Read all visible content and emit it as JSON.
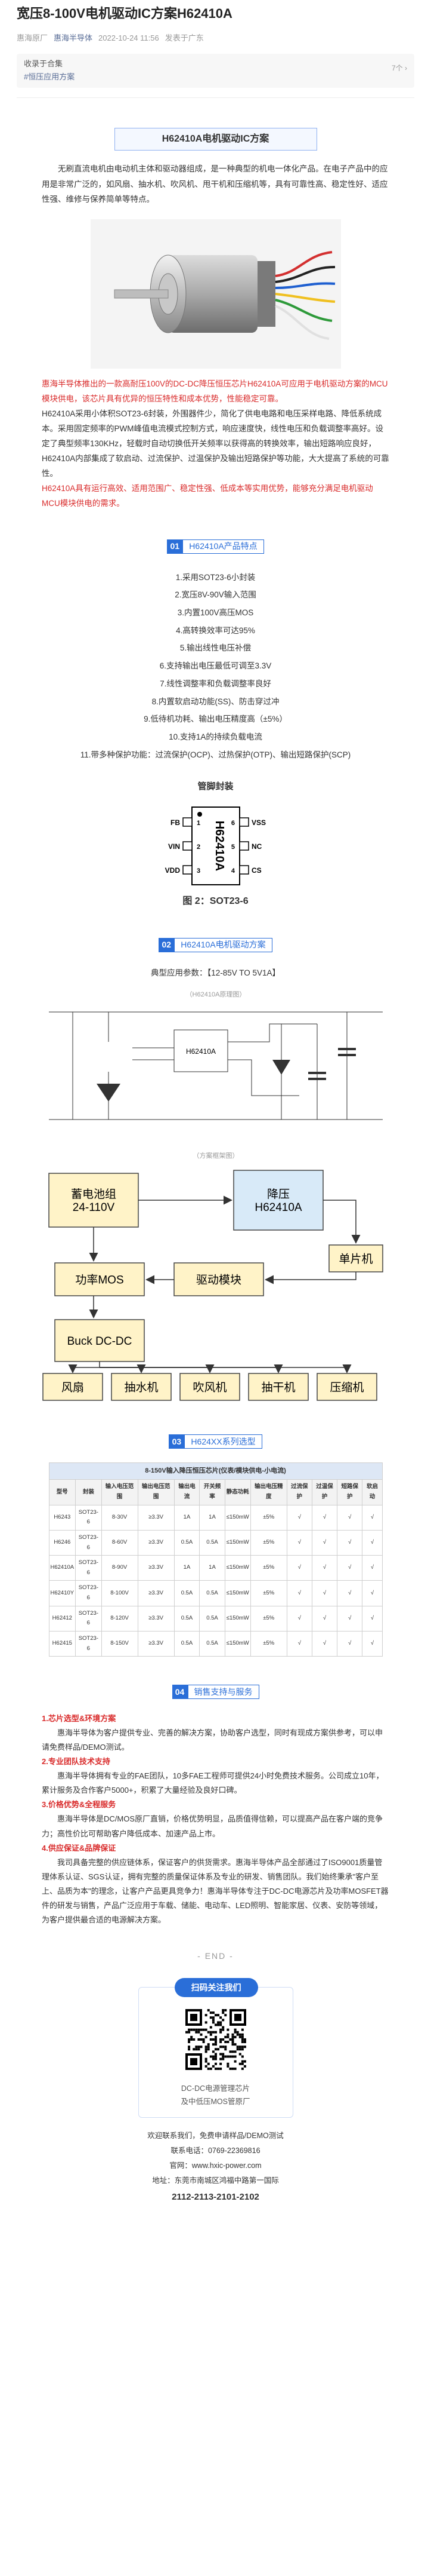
{
  "header": {
    "title": "宽压8-100V电机驱动IC方案H62410A",
    "author": "惠海原厂",
    "account": "惠海半导体",
    "time": "2022-10-24 11:56",
    "location": "发表于广东"
  },
  "collection": {
    "line1": "收录于合集",
    "tag": "#恒压应用方案",
    "count": "7个"
  },
  "product": {
    "box_title": "H62410A电机驱动IC方案",
    "intro": "无刷直流电机由电动机主体和驱动器组成，是一种典型的机电一体化产品。在电子产品中的应用是非常广泛的，如风扇、抽水机、吹风机、甩干机和压缩机等，具有可靠性高、稳定性好、适应性强、维修与保养简单等特点。",
    "red_para": "惠海半导体推出的一款高耐压100V的DC-DC降压恒压芯片H62410A可应用于电机驱动方案的MCU模块供电，该芯片具有优异的恒压特性和成本优势，性能稳定可靠。",
    "para2": "H62410A采用小体积SOT23-6封装，外围器件少，简化了供电电路和电压采样电路、降低系统成本。采用固定频率的PWM峰值电流模式控制方式，响应速度快，线性电压和负载调整率高好。设定了典型频率130KHz，轻载时自动切换低开关频率以获得高的转换效率，输出短路响应良好，H62410A内部集成了软启动、过流保护、过温保护及输出短路保护等功能，大大提高了系统的可靠性。",
    "red_para2": "H62410A具有运行高效、适用范围广、稳定性强、低成本等实用优势，能够充分满足电机驱动MCU模块供电的需求。"
  },
  "sec1": {
    "num": "01",
    "label": "H62410A产品特点",
    "features": [
      "1.采用SOT23-6小封装",
      "2.宽压8V-90V输入范围",
      "3.内置100V高压MOS",
      "4.高转换效率可达95%",
      "5.输出线性电压补偿",
      "6.支持输出电压最低可调至3.3V",
      "7.线性调整率和负载调整率良好",
      "8.内置软启动功能(SS)、防击穿过冲",
      "9.低待机功耗、输出电压精度高（±5%）",
      "10.支持1A的持续负载电流",
      "11.带多种保护功能：过流保护(OCP)、过热保护(OTP)、输出短路保护(SCP)"
    ],
    "pin_title": "管脚封装",
    "pins_left": [
      "FB",
      "VIN",
      "VDD"
    ],
    "pins_right": [
      "VSS",
      "NC",
      "CS"
    ],
    "nums_left": [
      "1",
      "2",
      "3"
    ],
    "nums_right": [
      "6",
      "5",
      "4"
    ],
    "chip_name": "H62410A",
    "figure_caption": "图 2：SOT23-6"
  },
  "sec2": {
    "num": "02",
    "label": "H62410A电机驱动方案",
    "param": "典型应用参数：【12-85V TO 5V1A】",
    "schem_title": "（H62410A原理图）",
    "schem_chip": "H62410A",
    "block_title": "（方案框架图）",
    "block": {
      "battery": "蓄电池组\n24-110V",
      "buck_ic": "降压\nH62410A",
      "mcu": "单片机",
      "mos": "功率MOS",
      "drive": "驱动模块",
      "buck_dc": "Buck DC-DC",
      "loads": [
        "风扇",
        "抽水机",
        "吹风机",
        "抽干机",
        "压缩机"
      ]
    }
  },
  "sec3": {
    "num": "03",
    "label": "H624XX系列选型",
    "table_title": "8-150V输入降压恒压芯片(仪表/模块供电-小电流)",
    "headers": [
      "型号",
      "封装",
      "输入电压范围",
      "输出电压范围",
      "输出电流",
      "开关频率",
      "静态功耗",
      "输出电压精度",
      "过流保护",
      "过温保护",
      "短路保护",
      "软启动"
    ],
    "rows": [
      [
        "H6243",
        "SOT23-6",
        "8-30V",
        "≥3.3V",
        "1A",
        "1A",
        "≤150mW",
        "±5%",
        "√",
        "√",
        "√",
        "√"
      ],
      [
        "H6246",
        "SOT23-6",
        "8-60V",
        "≥3.3V",
        "0.5A",
        "0.5A",
        "≤150mW",
        "±5%",
        "√",
        "√",
        "√",
        "√"
      ],
      [
        "H62410A",
        "SOT23-6",
        "8-90V",
        "≥3.3V",
        "1A",
        "1A",
        "≤150mW",
        "±5%",
        "√",
        "√",
        "√",
        "√"
      ],
      [
        "H62410Y",
        "SOT23-6",
        "8-100V",
        "≥3.3V",
        "0.5A",
        "0.5A",
        "≤150mW",
        "±5%",
        "√",
        "√",
        "√",
        "√"
      ],
      [
        "H62412",
        "SOT23-6",
        "8-120V",
        "≥3.3V",
        "0.5A",
        "0.5A",
        "≤150mW",
        "±5%",
        "√",
        "√",
        "√",
        "√"
      ],
      [
        "H62415",
        "SOT23-6",
        "8-150V",
        "≥3.3V",
        "0.5A",
        "0.5A",
        "≤150mW",
        "±5%",
        "√",
        "√",
        "√",
        "√"
      ]
    ]
  },
  "sec4": {
    "num": "04",
    "label": "销售支持与服务",
    "items": [
      {
        "h": "1.芯片选型&环境方案",
        "p": "惠海半导体为客户提供专业、完善的解决方案，协助客户选型，同时有现成方案供参考，可以申请免费样品/DEMO测试。"
      },
      {
        "h": "2.专业团队技术支持",
        "p": "惠海半导体拥有专业的FAE团队，10多FAE工程师可提供24小时免费技术服务。公司成立10年，累计服务及合作客户5000+，积累了大量经验及良好口碑。"
      },
      {
        "h": "3.价格优势&全程服务",
        "p": "惠海半导体是DC/MOS原厂直销，价格优势明显，品质值得信赖，可以提高产品在客户端的竞争力；高性价比可帮助客户降低成本、加速产品上市。"
      },
      {
        "h": "4.供应保证&品牌保证",
        "p": "我司具备完整的供应链体系，保证客户的供货需求。惠海半导体产品全部通过了ISO9001质量管理体系认证、SGS认证，拥有完整的质量保证体系及专业的研发、销售团队。我们始终秉承\"客户至上、品质为本\"的理念，让客户产品更具竞争力！惠海半导体专注于DC-DC电源芯片及功率MOSFET器件的研发与销售，产品广泛应用于车载、储能、电动车、LED照明、智能家居、仪表、安防等领域，为客户提供最合适的电源解决方案。"
      }
    ]
  },
  "footer": {
    "end": "- END -",
    "badge": "扫码关注我们",
    "qr_text": "DC-DC电源管理芯片\n及中低压MOS管原厂",
    "contact_intro": "欢迎联系我们，免费申请样品/DEMO测试",
    "phone_label": "联系电话：0769-22369816",
    "web_label": "官网：www.hxic-power.com",
    "addr": "地址：东莞市南城区鸿福中路第一国际",
    "hotline": "2112-2113-2101-2102"
  }
}
